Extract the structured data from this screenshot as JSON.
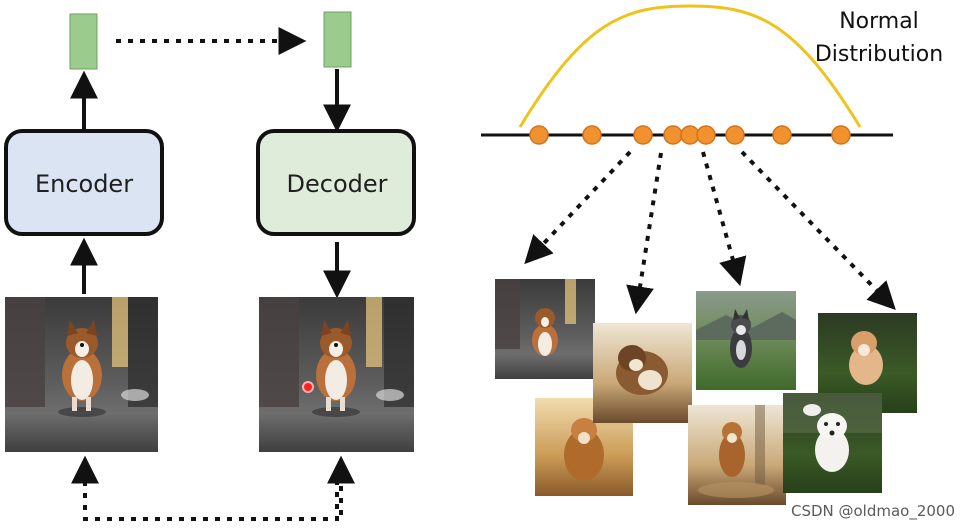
{
  "encoder": {
    "label": "Encoder"
  },
  "decoder": {
    "label": "Decoder"
  },
  "distribution": {
    "line1": "Normal",
    "line2": "Distribution"
  },
  "watermark": "CSDN @oldmao_2000",
  "colors": {
    "encoder_fill": "#dbe4f3",
    "decoder_fill": "#dfecd9",
    "latent_fill": "#9bcc8d",
    "curve": "#f0c21c",
    "sample_dot": "#f2922e",
    "arrow": "#111111"
  },
  "icons": {
    "input_photo": "dog-running-photo",
    "output_photo": "reconstructed-dog-photo",
    "samples": [
      "generated-dog-photo",
      "generated-dog-photo",
      "generated-dog-photo",
      "generated-dog-photo",
      "generated-dog-photo",
      "generated-dog-photo",
      "generated-dog-photo",
      "generated-dog-photo"
    ]
  }
}
